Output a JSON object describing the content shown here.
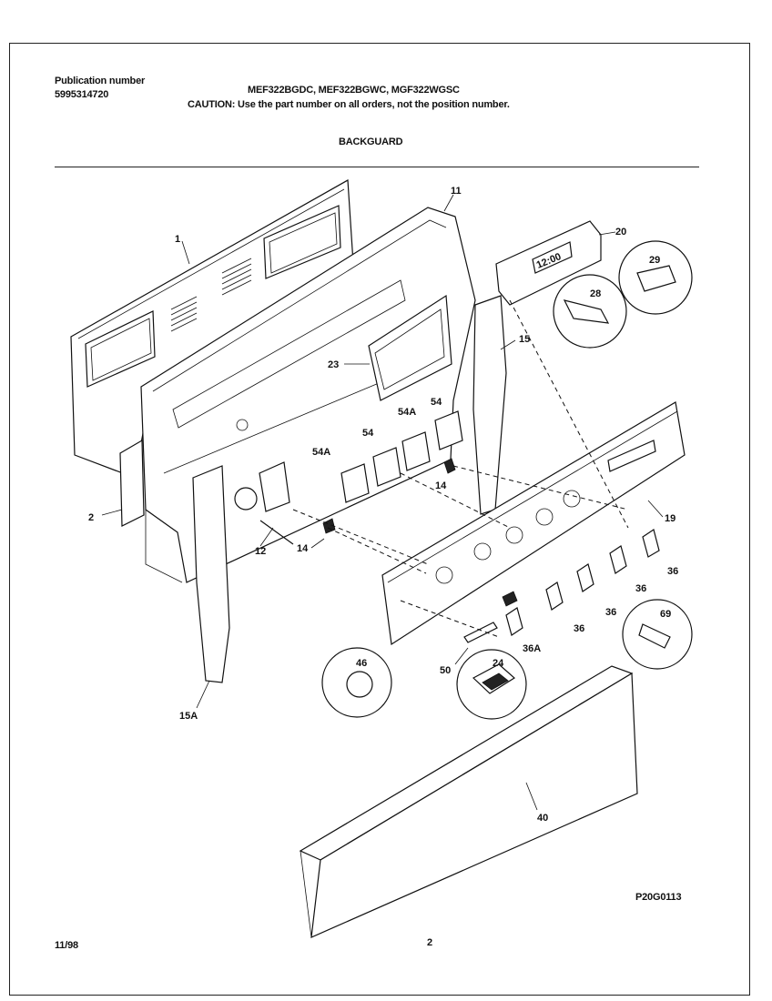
{
  "header": {
    "publication_label": "Publication number",
    "publication_number": "5995314720",
    "models": "MEF322BGDC, MEF322BGWC, MGF322WGSC",
    "caution": "CAUTION:  Use the part number on all orders, not the position number.",
    "section_title": "BACKGUARD"
  },
  "diagram": {
    "callouts": [
      "1",
      "11",
      "20",
      "29",
      "28",
      "15",
      "23",
      "54",
      "54A",
      "54",
      "54A",
      "14",
      "2",
      "12",
      "14",
      "19",
      "36",
      "36",
      "36",
      "36",
      "69",
      "36A",
      "46",
      "50",
      "24",
      "15A",
      "40"
    ],
    "clock_display": "12:00"
  },
  "footer": {
    "drawing_code": "P20G0113",
    "date": "11/98",
    "page_number": "2"
  }
}
